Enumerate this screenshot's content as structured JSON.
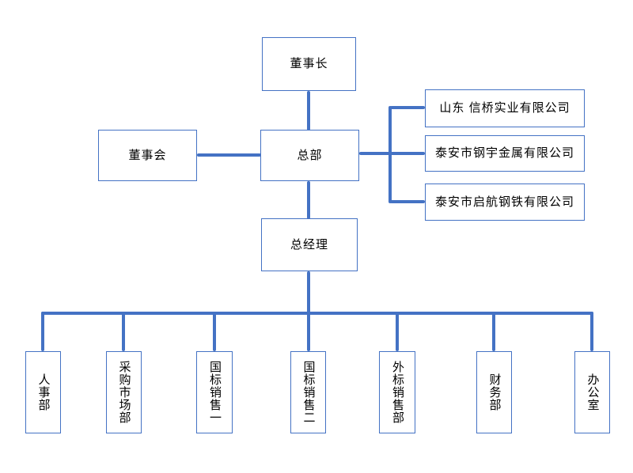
{
  "diagram": {
    "type": "org-chart",
    "background_color": "#ffffff",
    "accent_color": "#4472C4",
    "text_color": "#000000",
    "nodes": {
      "chairman": {
        "label": "董事长"
      },
      "board": {
        "label": "董事会"
      },
      "hq": {
        "label": "总部"
      },
      "gm": {
        "label": "总经理"
      },
      "company1": {
        "label": "山东 信桥实业有限公司"
      },
      "company2": {
        "label": "泰安市钢宇金属有限公司"
      },
      "company3": {
        "label": "泰安市启航钢铁有限公司"
      },
      "dept_hr": {
        "label": "人事部"
      },
      "dept_purchasing_market": {
        "label": "采购市场部"
      },
      "dept_gb_sales_1": {
        "label": "国标销售一"
      },
      "dept_gb_sales_2": {
        "label": "国标销售二"
      },
      "dept_ext_sales": {
        "label": "外标销售部"
      },
      "dept_finance": {
        "label": "财务部"
      },
      "dept_office": {
        "label": "办公室"
      }
    },
    "edges": [
      {
        "from": "chairman",
        "to": "hq"
      },
      {
        "from": "board",
        "to": "hq"
      },
      {
        "from": "hq",
        "to": "company1"
      },
      {
        "from": "hq",
        "to": "company2"
      },
      {
        "from": "hq",
        "to": "company3"
      },
      {
        "from": "hq",
        "to": "gm"
      },
      {
        "from": "gm",
        "to": "dept_hr"
      },
      {
        "from": "gm",
        "to": "dept_purchasing_market"
      },
      {
        "from": "gm",
        "to": "dept_gb_sales_1"
      },
      {
        "from": "gm",
        "to": "dept_gb_sales_2"
      },
      {
        "from": "gm",
        "to": "dept_ext_sales"
      },
      {
        "from": "gm",
        "to": "dept_finance"
      },
      {
        "from": "gm",
        "to": "dept_office"
      }
    ]
  }
}
